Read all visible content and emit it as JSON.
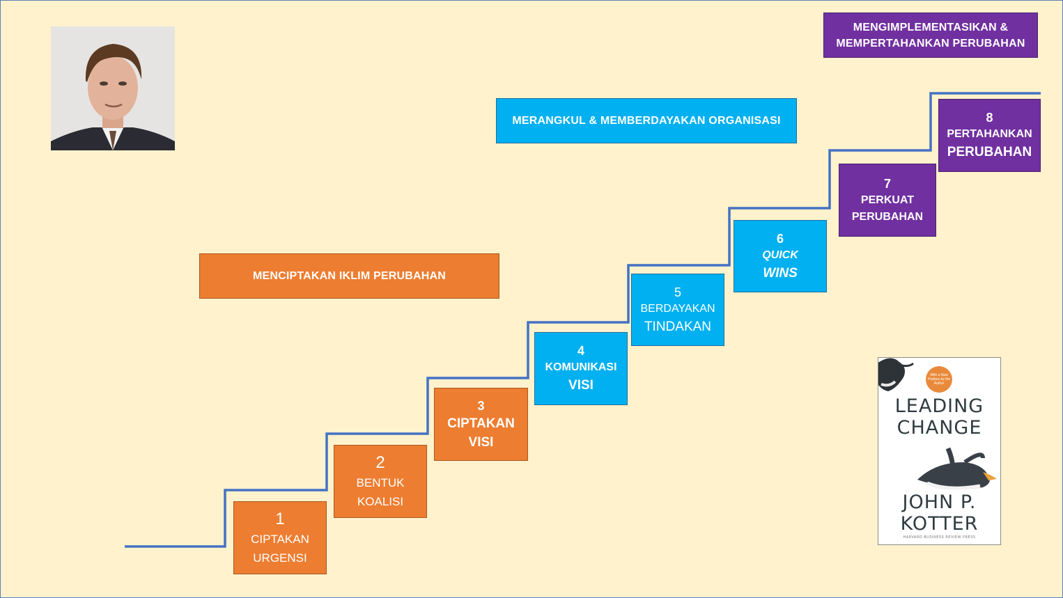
{
  "colors": {
    "background": "#FFF2CC",
    "orange": "#ED7D31",
    "blue": "#00B0F0",
    "purple": "#7030A0",
    "stair_line": "#4472C4"
  },
  "phases": {
    "climate": "MENCIPTAKAN IKLIM PERUBAHAN",
    "engage": "MERANGKUL & MEMBERDAYAKAN ORGANISASI",
    "implement_line1": "MENGIMPLEMENTASIKAN &",
    "implement_line2": "MEMPERTAHANKAN PERUBAHAN"
  },
  "steps": [
    {
      "number": "1",
      "line1": "CIPTAKAN",
      "line2": "URGENSI"
    },
    {
      "number": "2",
      "line1": "BENTUK",
      "line2": "KOALISI"
    },
    {
      "number": "3",
      "line1": "CIPTAKAN",
      "line2": "VISI"
    },
    {
      "number": "4",
      "line1": "KOMUNIKASI",
      "line2": "VISI"
    },
    {
      "number": "5",
      "line1": "BERDAYAKAN",
      "line2": "TINDAKAN"
    },
    {
      "number": "6",
      "line1": "QUICK",
      "line2": "WINS"
    },
    {
      "number": "7",
      "line1": "PERKUAT",
      "line2": "PERUBAHAN"
    },
    {
      "number": "8",
      "line1": "PERTAHANKAN",
      "line2": "PERUBAHAN"
    }
  ],
  "book": {
    "title_line1": "LEADING",
    "title_line2": "CHANGE",
    "author_line1": "JOHN P.",
    "author_line2": "KOTTER",
    "badge": "With a New Preface by the Author",
    "publisher": "HARVARD BUSINESS REVIEW PRESS"
  },
  "icons": {
    "photo": "portrait-photo",
    "book": "book-cover-image"
  }
}
